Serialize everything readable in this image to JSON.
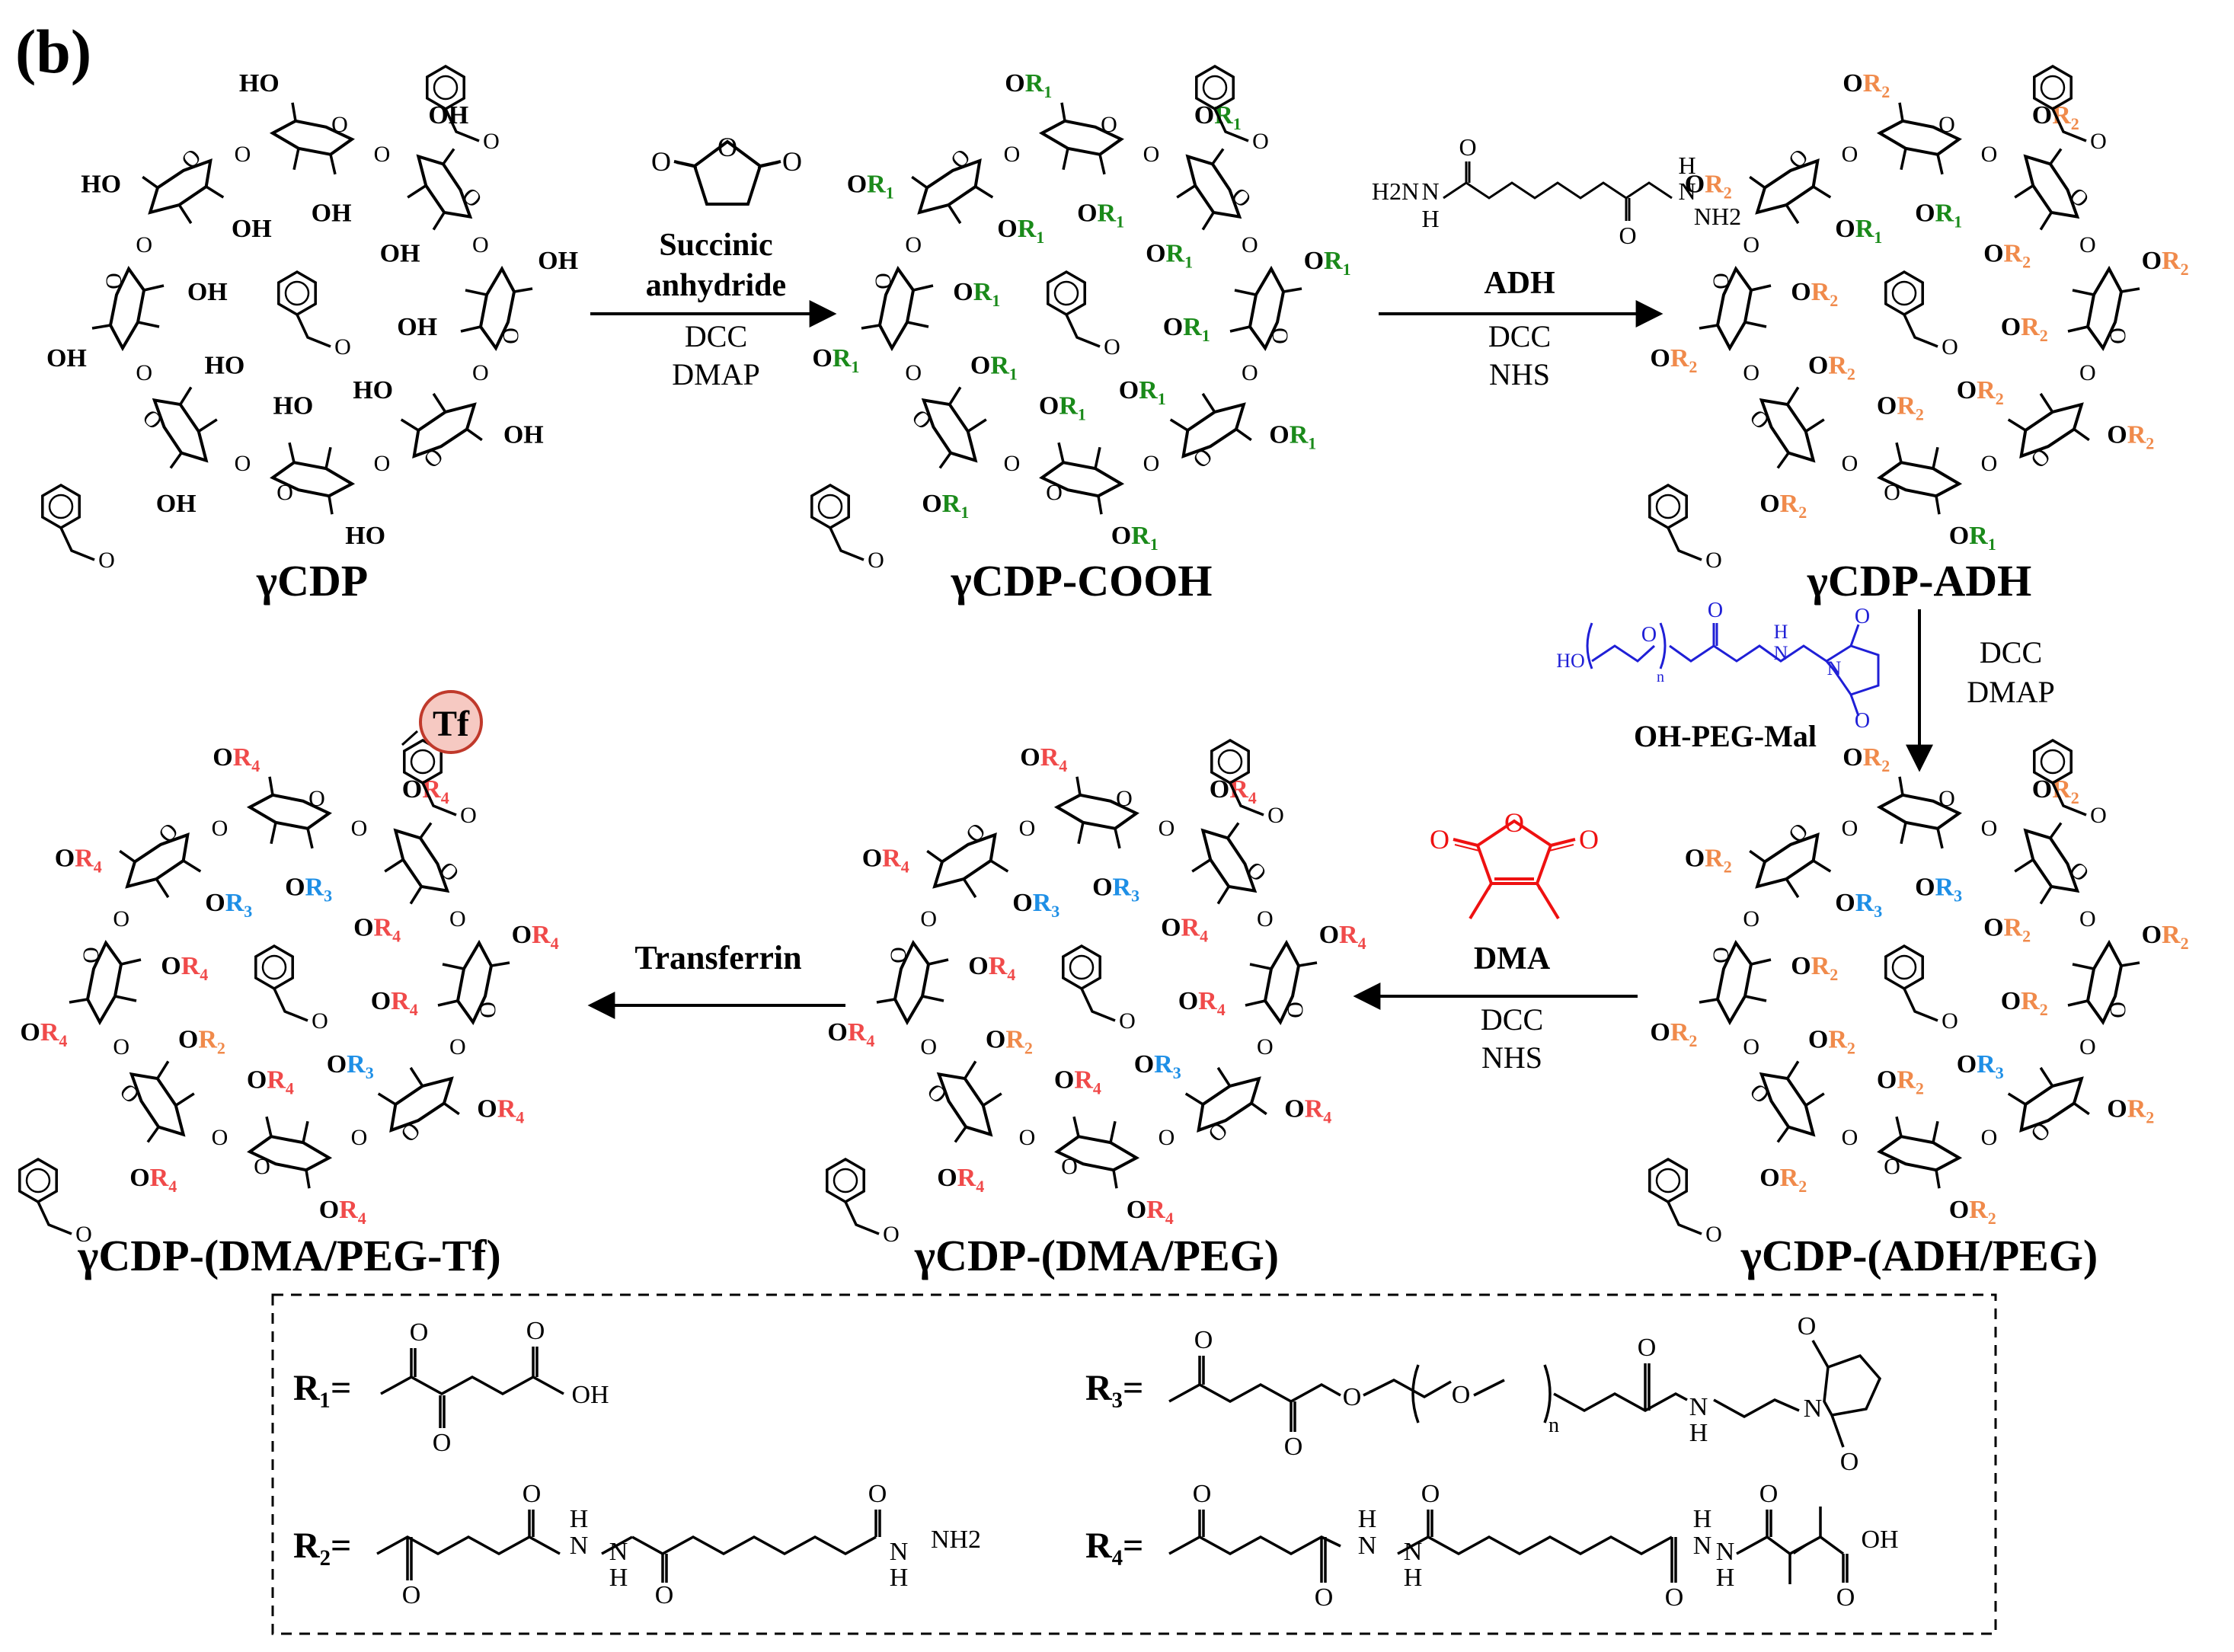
{
  "panel_label": "(b)",
  "colors": {
    "black": "#000000",
    "r1": "#1a8a1a",
    "r2": "#f08a4b",
    "r3": "#1e8fe6",
    "r4": "#f04a4a",
    "peg_reagent": "#1f1fd6",
    "dma_reagent": "#ee1111",
    "tf_fill": "#f6c9c2",
    "tf_stroke": "#c0392b"
  },
  "structures": {
    "s1": {
      "name": "γCDP"
    },
    "s2": {
      "name": "γCDP-COOH"
    },
    "s3": {
      "name": "γCDP-ADH"
    },
    "s4": {
      "name": "γCDP-(ADH/PEG)"
    },
    "s5": {
      "name": "γCDP-(DMA/PEG)"
    },
    "s6": {
      "name": "γCDP-(DMA/PEG-Tf)",
      "tf": "Tf"
    }
  },
  "steps": {
    "step1": {
      "reagent_line1": "Succinic",
      "reagent_line2": "anhydride",
      "cond1": "DCC",
      "cond2": "DMAP"
    },
    "step2": {
      "reagent": "ADH",
      "cond1": "DCC",
      "cond2": "NHS"
    },
    "step3": {
      "reagent": "OH-PEG-Mal",
      "cond1": "DCC",
      "cond2": "DMAP"
    },
    "step4": {
      "reagent": "DMA",
      "cond1": "DCC",
      "cond2": "NHS"
    },
    "step5": {
      "reagent": "Transferrin"
    }
  },
  "atoms": {
    "HO": "HO",
    "OH": "OH",
    "O": "O",
    "N": "N",
    "H": "H",
    "NH2": "NH2",
    "n": "n",
    "H2N": "H2N"
  },
  "legend": {
    "r1": "R₁=",
    "r2": "R₂=",
    "r3": "R₃=",
    "r4": "R₄="
  },
  "substituents": {
    "R1": "R1",
    "R2": "R2",
    "R3": "R3",
    "R4": "R4"
  }
}
